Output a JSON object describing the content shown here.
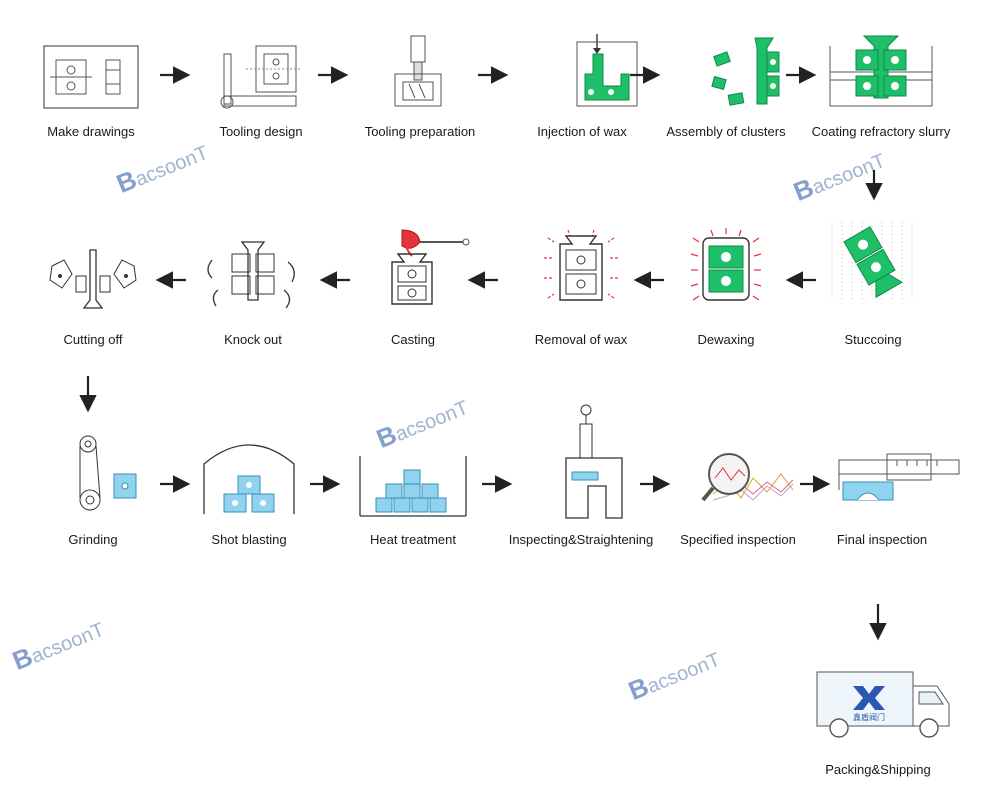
{
  "steps": [
    {
      "id": "make-drawings",
      "label": "Make drawings"
    },
    {
      "id": "tooling-design",
      "label": "Tooling design"
    },
    {
      "id": "tooling-preparation",
      "label": "Tooling preparation"
    },
    {
      "id": "injection-of-wax",
      "label": "Injection of wax"
    },
    {
      "id": "assembly-of-clusters",
      "label": "Assembly of clusters"
    },
    {
      "id": "coating-refractory-slurry",
      "label": "Coating refractory slurry"
    },
    {
      "id": "stuccoing",
      "label": "Stuccoing"
    },
    {
      "id": "dewaxing",
      "label": "Dewaxing"
    },
    {
      "id": "removal-of-wax",
      "label": "Removal of wax"
    },
    {
      "id": "casting",
      "label": "Casting"
    },
    {
      "id": "knock-out",
      "label": "Knock out"
    },
    {
      "id": "cutting-off",
      "label": "Cutting off"
    },
    {
      "id": "grinding",
      "label": "Grinding"
    },
    {
      "id": "shot-blasting",
      "label": "Shot blasting"
    },
    {
      "id": "heat-treatment",
      "label": "Heat treatment"
    },
    {
      "id": "inspecting-straightening",
      "label": "Inspecting&Straightening"
    },
    {
      "id": "specified-inspection",
      "label": "Specified inspection"
    },
    {
      "id": "final-inspection",
      "label": "Final inspection"
    },
    {
      "id": "packing-shipping",
      "label": "Packing&Shipping"
    }
  ],
  "watermark": {
    "first": "B",
    "rest": "acsoonT"
  },
  "truck_logo_text": "鑫盾阀门",
  "colors": {
    "accent": "#1fbf6a",
    "accent_dark": "#0e8a47",
    "ice": "#8fd3ee",
    "flame": "#e8323a",
    "line": "#444444"
  }
}
